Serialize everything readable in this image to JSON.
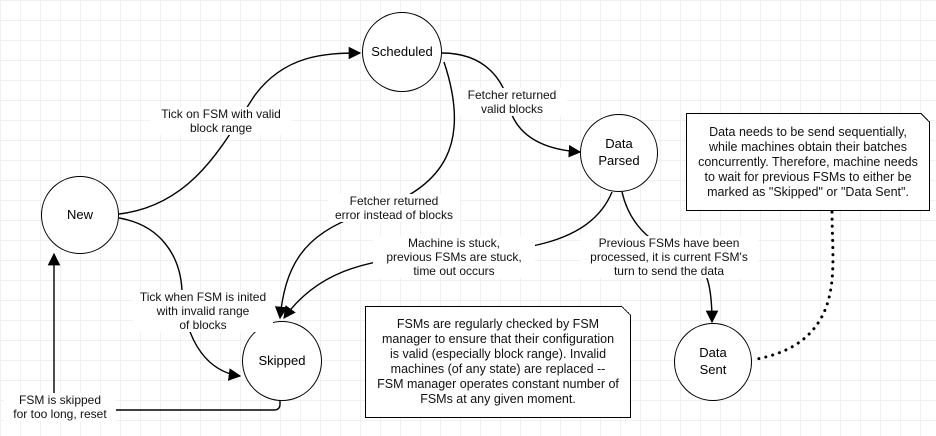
{
  "states": {
    "new": "New",
    "scheduled": "Scheduled",
    "data_parsed": "Data\nParsed",
    "skipped": "Skipped",
    "data_sent": "Data\nSent"
  },
  "edges": {
    "new_to_scheduled": "Tick on FSM with valid\nblock range",
    "scheduled_to_data_parsed": "Fetcher returned\nvalid blocks",
    "scheduled_to_skipped": "Fetcher returned\nerror instead of blocks",
    "data_parsed_to_skipped": "Machine is stuck,\nprevious FSMs are stuck,\ntime out occurs",
    "data_parsed_to_data_sent": "Previous FSMs have been\nprocessed, it is current FSM's\nturn to send the data",
    "new_to_skipped": "Tick when FSM is inited\nwith invalid range\nof blocks",
    "skipped_to_new": "FSM is skipped\nfor too long, reset"
  },
  "notes": {
    "sequential": "Data needs to be send sequentially, while machines obtain their batches concurrently. Therefore, machine needs to wait for previous FSMs to either be marked as \"Skipped\" or \"Data Sent\".",
    "manager": "FSMs are regularly checked by FSM manager to ensure that their configuration is valid (especially block range). Invalid machines (of any state) are replaced -- FSM manager operates constant number of FSMs at any given moment."
  }
}
